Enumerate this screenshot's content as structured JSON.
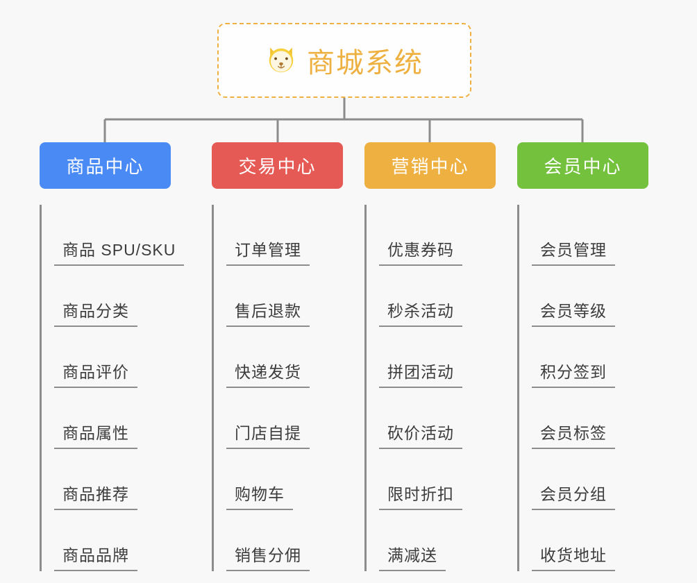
{
  "background_color": "#f8f8f8",
  "root": {
    "title": "商城系统",
    "icon": "dog-face-emoji",
    "text_color": "#eeb141",
    "border_color": "#eeb141",
    "background_color": "#fefefe"
  },
  "connector_color": "#8c8c8c",
  "leaf_text_color": "#3c3c3c",
  "columns": [
    {
      "title": "商品中心",
      "color": "#4a8af4",
      "items": [
        {
          "label": "商品 SPU/SKU"
        },
        {
          "label": "商品分类"
        },
        {
          "label": "商品评价"
        },
        {
          "label": "商品属性"
        },
        {
          "label": "商品推荐"
        },
        {
          "label": "商品品牌"
        }
      ]
    },
    {
      "title": "交易中心",
      "color": "#e65a56",
      "items": [
        {
          "label": "订单管理"
        },
        {
          "label": "售后退款"
        },
        {
          "label": "快递发货"
        },
        {
          "label": "门店自提"
        },
        {
          "label": "购物车"
        },
        {
          "label": "销售分佣"
        }
      ]
    },
    {
      "title": "营销中心",
      "color": "#eeb141",
      "items": [
        {
          "label": "优惠券码"
        },
        {
          "label": "秒杀活动"
        },
        {
          "label": "拼团活动"
        },
        {
          "label": "砍价活动"
        },
        {
          "label": "限时折扣"
        },
        {
          "label": "满减送"
        }
      ]
    },
    {
      "title": "会员中心",
      "color": "#74c13e",
      "items": [
        {
          "label": "会员管理"
        },
        {
          "label": "会员等级"
        },
        {
          "label": "积分签到"
        },
        {
          "label": "会员标签"
        },
        {
          "label": "会员分组"
        },
        {
          "label": "收货地址"
        }
      ]
    }
  ]
}
